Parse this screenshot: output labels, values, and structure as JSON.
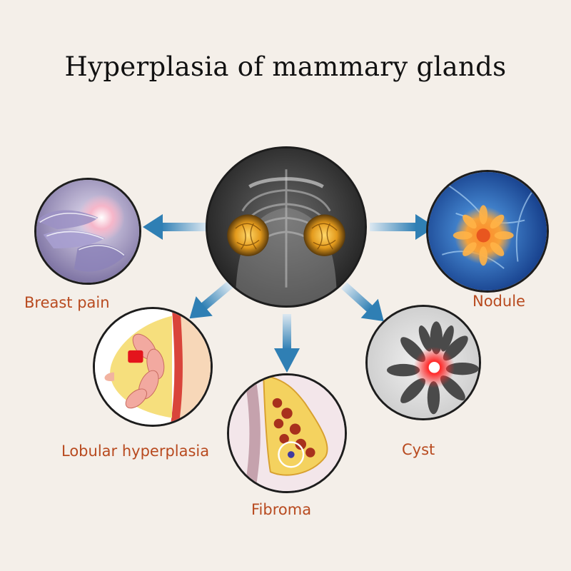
{
  "title": "Hyperplasia of mammary glands",
  "labels": {
    "breast_pain": "Breast pain",
    "nodule": "Nodule",
    "lobular_hyperplasia": "Lobular hyperplasia",
    "fibroma": "Fibroma",
    "cyst": "Cyst"
  },
  "colors": {
    "background": "#f4efe9",
    "label": "#b84a1f",
    "arrow": "#2f7fb4",
    "ring": "#1d1d1d"
  }
}
